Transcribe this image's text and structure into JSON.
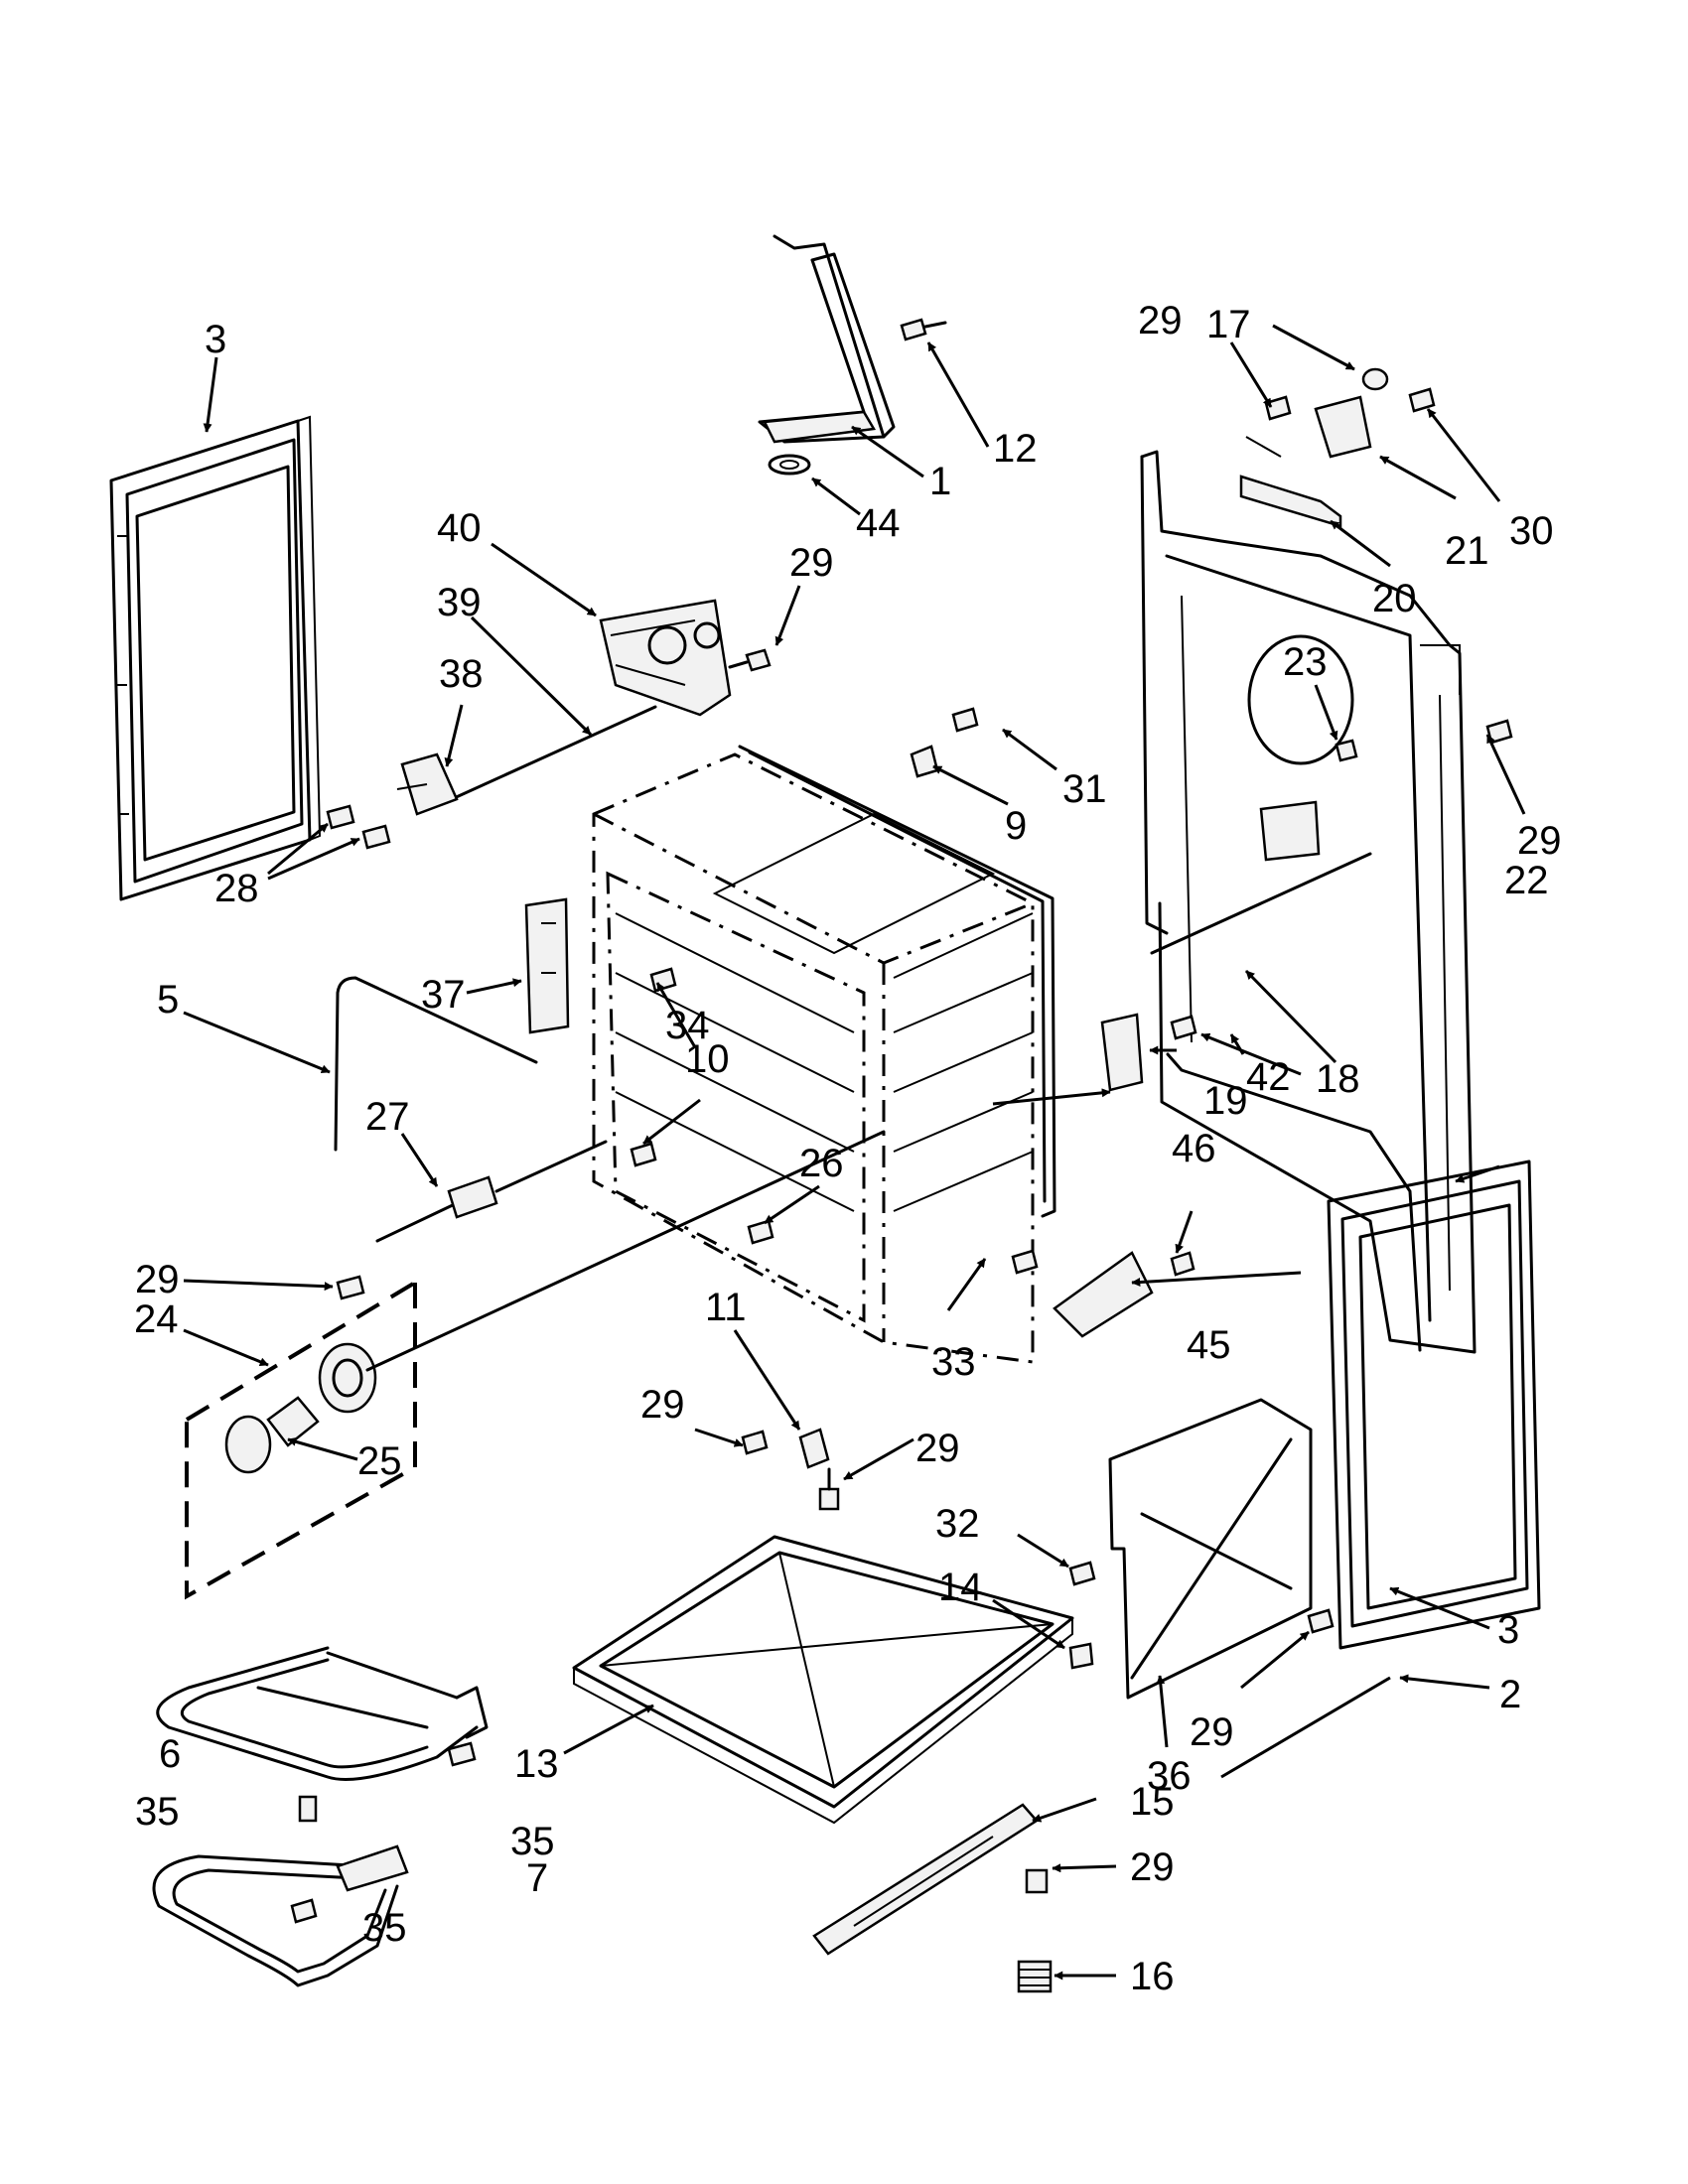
{
  "callouts": [
    {
      "id": "c-1",
      "text": "1"
    },
    {
      "id": "c-2",
      "text": "2"
    },
    {
      "id": "c-3a",
      "text": "3"
    },
    {
      "id": "c-3b",
      "text": "3"
    },
    {
      "id": "c-5",
      "text": "5"
    },
    {
      "id": "c-6",
      "text": "6"
    },
    {
      "id": "c-7",
      "text": "7"
    },
    {
      "id": "c-9",
      "text": "9"
    },
    {
      "id": "c-10",
      "text": "10"
    },
    {
      "id": "c-11",
      "text": "11"
    },
    {
      "id": "c-12",
      "text": "12"
    },
    {
      "id": "c-13",
      "text": "13"
    },
    {
      "id": "c-14",
      "text": "14"
    },
    {
      "id": "c-15",
      "text": "15"
    },
    {
      "id": "c-16",
      "text": "16"
    },
    {
      "id": "c-17",
      "text": "17"
    },
    {
      "id": "c-18",
      "text": "18"
    },
    {
      "id": "c-19",
      "text": "19"
    },
    {
      "id": "c-20",
      "text": "20"
    },
    {
      "id": "c-21",
      "text": "21"
    },
    {
      "id": "c-22",
      "text": "22"
    },
    {
      "id": "c-23",
      "text": "23"
    },
    {
      "id": "c-24",
      "text": "24"
    },
    {
      "id": "c-25",
      "text": "25"
    },
    {
      "id": "c-26",
      "text": "26"
    },
    {
      "id": "c-27",
      "text": "27"
    },
    {
      "id": "c-28",
      "text": "28"
    },
    {
      "id": "c-29a",
      "text": "29"
    },
    {
      "id": "c-29b",
      "text": "29"
    },
    {
      "id": "c-29c",
      "text": "29"
    },
    {
      "id": "c-29d",
      "text": "29"
    },
    {
      "id": "c-29e",
      "text": "29"
    },
    {
      "id": "c-29f",
      "text": "29"
    },
    {
      "id": "c-29g",
      "text": "29"
    },
    {
      "id": "c-29h",
      "text": "29"
    },
    {
      "id": "c-30",
      "text": "30"
    },
    {
      "id": "c-31",
      "text": "31"
    },
    {
      "id": "c-32",
      "text": "32"
    },
    {
      "id": "c-33",
      "text": "33"
    },
    {
      "id": "c-34",
      "text": "34"
    },
    {
      "id": "c-35a",
      "text": "35"
    },
    {
      "id": "c-35b",
      "text": "35"
    },
    {
      "id": "c-35c",
      "text": "35"
    },
    {
      "id": "c-36",
      "text": "36"
    },
    {
      "id": "c-37",
      "text": "37"
    },
    {
      "id": "c-38",
      "text": "38"
    },
    {
      "id": "c-39",
      "text": "39"
    },
    {
      "id": "c-40",
      "text": "40"
    },
    {
      "id": "c-42",
      "text": "42"
    },
    {
      "id": "c-44",
      "text": "44"
    },
    {
      "id": "c-45",
      "text": "45"
    },
    {
      "id": "c-46",
      "text": "46"
    }
  ]
}
